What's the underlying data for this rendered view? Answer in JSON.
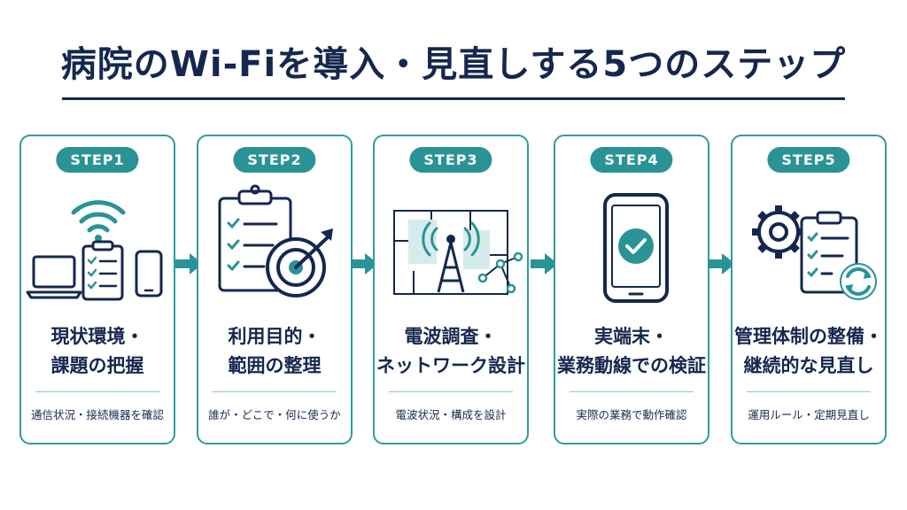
{
  "title": "病院のWi-Fiを導入・見直しする5つのステップ",
  "colors": {
    "navy": "#14274e",
    "teal": "#2a9395",
    "teal_light": "#d6ecec"
  },
  "steps": [
    {
      "badge": "STEP1",
      "heading_line1": "現状環境・",
      "heading_line2": "課題の把握",
      "description": "通信状況・接続機器を確認",
      "icon": "wifi-devices-clipboard-icon"
    },
    {
      "badge": "STEP2",
      "heading_line1": "利用目的・",
      "heading_line2": "範囲の整理",
      "description": "誰が・どこで・何に使うか",
      "icon": "checklist-target-icon"
    },
    {
      "badge": "STEP3",
      "heading_line1": "電波調査・",
      "heading_line2": "ネットワーク設計",
      "description": "電波状況・構成を設計",
      "icon": "floorplan-antenna-network-icon"
    },
    {
      "badge": "STEP4",
      "heading_line1": "実端末・",
      "heading_line2": "業務動線での検証",
      "description": "実際の業務で動作確認",
      "icon": "smartphone-check-icon"
    },
    {
      "badge": "STEP5",
      "heading_line1": "管理体制の整備・",
      "heading_line2": "継続的な見直し",
      "description": "運用ルール・定期見直し",
      "icon": "gear-checklist-refresh-icon"
    }
  ]
}
